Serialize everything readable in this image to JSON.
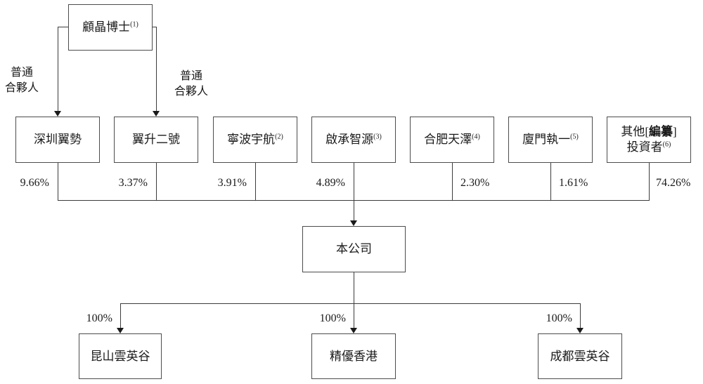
{
  "diagram": {
    "founder": {
      "name": "顧晶博士",
      "sup": "(1)"
    },
    "partner_labels": {
      "left": {
        "line1": "普通",
        "line2": "合夥人"
      },
      "right": {
        "line1": "普通",
        "line2": "合夥人"
      }
    },
    "shareholders": [
      {
        "name": "深圳翼勢",
        "sup": "",
        "pct": "9.66%"
      },
      {
        "name": "翼升二號",
        "sup": "",
        "pct": "3.37%"
      },
      {
        "name": "寧波宇航",
        "sup": "(2)",
        "pct": "3.91%"
      },
      {
        "name": "啟承智源",
        "sup": "(3)",
        "pct": "4.89%"
      },
      {
        "name": "合肥天澤",
        "sup": "(4)",
        "pct": "2.30%"
      },
      {
        "name": "廈門執一",
        "sup": "(5)",
        "pct": "1.61%"
      },
      {
        "line1_pre": "其他[",
        "line1_redact": "編纂",
        "line1_post": "]",
        "line2": "投資者",
        "sup": "(6)",
        "pct": "74.26%"
      }
    ],
    "company": {
      "name": "本公司"
    },
    "subsidiaries": [
      {
        "name": "昆山雲英谷",
        "pct": "100%"
      },
      {
        "name": "精優香港",
        "pct": "100%"
      },
      {
        "name": "成都雲英谷",
        "pct": "100%"
      }
    ]
  }
}
